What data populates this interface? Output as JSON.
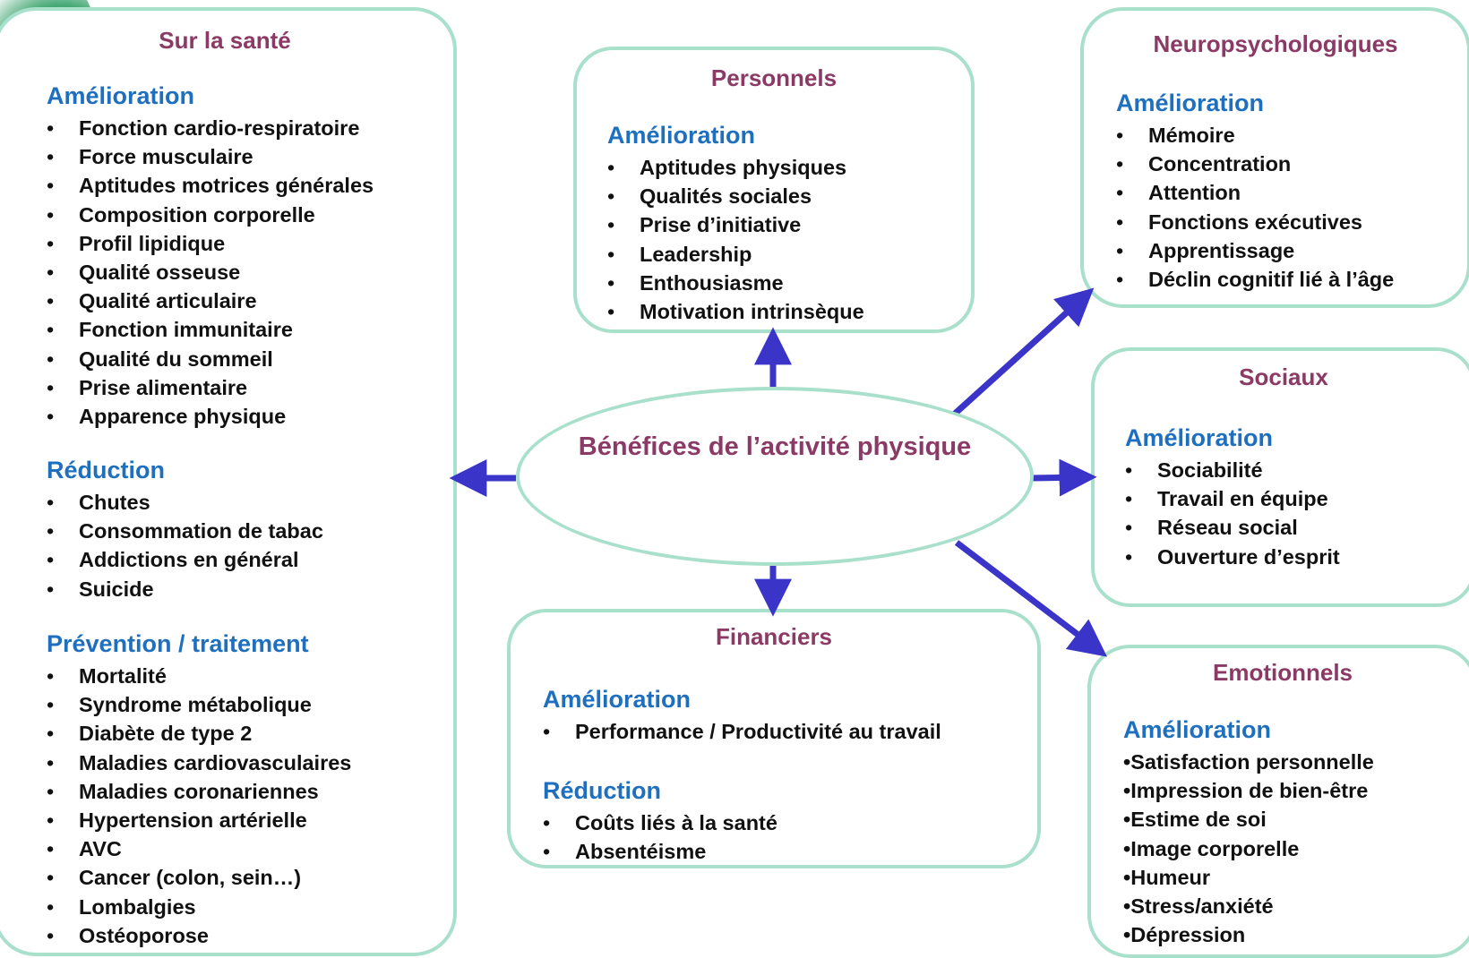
{
  "center": {
    "title": "Bénéfices de l’activité physique"
  },
  "sante": {
    "title": "Sur la santé",
    "amelioration": {
      "label": "Amélioration",
      "items": [
        "Fonction cardio-respiratoire",
        "Force musculaire",
        "Aptitudes motrices générales",
        "Composition corporelle",
        "Profil lipidique",
        "Qualité osseuse",
        "Qualité articulaire",
        "Fonction immunitaire",
        "Qualité du sommeil",
        "Prise alimentaire",
        "Apparence physique"
      ]
    },
    "reduction": {
      "label": "Réduction",
      "items": [
        "Chutes",
        "Consommation de tabac",
        "Addictions en général",
        "Suicide"
      ]
    },
    "prevention": {
      "label": "Prévention / traitement",
      "items": [
        "Mortalité",
        "Syndrome métabolique",
        "Diabète de type 2",
        "Maladies cardiovasculaires",
        "Maladies coronariennes",
        "Hypertension artérielle",
        "AVC",
        "Cancer (colon, sein…)",
        "Lombalgies",
        "Ostéoporose"
      ]
    }
  },
  "personnels": {
    "title": "Personnels",
    "amelioration": {
      "label": "Amélioration",
      "items": [
        "Aptitudes physiques",
        "Qualités sociales",
        "Prise d’initiative",
        "Leadership",
        "Enthousiasme",
        "Motivation intrinsèque"
      ]
    }
  },
  "neuro": {
    "title": "Neuropsychologiques",
    "amelioration": {
      "label": "Amélioration",
      "items": [
        "Mémoire",
        "Concentration",
        "Attention",
        "Fonctions exécutives",
        "Apprentissage",
        "Déclin cognitif lié à l’âge"
      ]
    }
  },
  "sociaux": {
    "title": "Sociaux",
    "amelioration": {
      "label": "Amélioration",
      "items": [
        "Sociabilité",
        "Travail en équipe",
        "Réseau social",
        "Ouverture d’esprit"
      ]
    }
  },
  "financiers": {
    "title": "Financiers",
    "amelioration": {
      "label": "Amélioration",
      "items": [
        "Performance / Productivité au travail"
      ]
    },
    "reduction": {
      "label": "Réduction",
      "items": [
        "Coûts liés à la santé",
        "Absentéisme"
      ]
    }
  },
  "emotionnels": {
    "title": "Emotionnels",
    "amelioration": {
      "label": "Amélioration",
      "items": [
        "•Satisfaction personnelle",
        "•Impression de bien-être",
        "•Estime de soi",
        "•Image corporelle",
        "•Humeur",
        "•Stress/anxiété",
        "•Dépression"
      ]
    }
  },
  "colors": {
    "title": "#8b3a66",
    "section": "#1f6fbf",
    "border": "#a9e0cc",
    "arrow": "#3a35c8",
    "text": "#111111"
  }
}
